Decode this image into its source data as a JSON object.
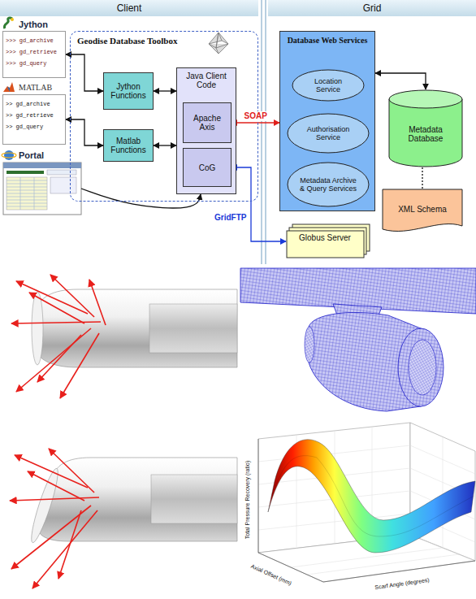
{
  "diagram": {
    "nodes": [
      {
        "text": [
          "Client"
        ]
      },
      {
        "text": [
          "Grid"
        ]
      },
      {
        "text": [
          "Jython",
          ">>> gd_archive",
          ">>> gd_retrieve",
          ">>> gd_query"
        ]
      },
      {
        "text": [
          "MATLAB",
          ">> gd_archive",
          ">> gd_retrieve",
          ">> gd_query"
        ]
      },
      {
        "text": [
          "Portal"
        ]
      },
      {
        "text": [
          "Geodise Database Toolbox"
        ]
      },
      {
        "text": [
          "Jython Functions"
        ],
        "in": 5
      },
      {
        "text": [
          "Matlab Functions"
        ],
        "in": 5
      },
      {
        "text": [
          "Java Client Code"
        ],
        "in": 5
      },
      {
        "text": [
          "Apache Axis"
        ],
        "in": 8
      },
      {
        "text": [
          "CoG"
        ],
        "in": 8
      },
      {
        "text": [
          "Database Web Services"
        ]
      },
      {
        "text": [
          "Location Service"
        ],
        "in": 11
      },
      {
        "text": [
          "Authorisation Service"
        ],
        "in": 11
      },
      {
        "text": [
          "Metadata Archive & Query Services"
        ],
        "in": 11
      },
      {
        "text": [
          "Metadata Database"
        ]
      },
      {
        "text": [
          "XML Schema"
        ]
      },
      {
        "text": [
          "Globus Server"
        ]
      }
    ],
    "edges": [
      {
        "from": 2,
        "to": 6,
        "arrow": "both"
      },
      {
        "from": 3,
        "to": 7,
        "arrow": "both"
      },
      {
        "from": 6,
        "to": 8,
        "arrow": "both"
      },
      {
        "from": 7,
        "to": 8,
        "arrow": "both"
      },
      {
        "from": 4,
        "to": 8,
        "arrow": "to"
      },
      {
        "from": 9,
        "to": 11,
        "label": "SOAP",
        "arrow": "both"
      },
      {
        "from": 10,
        "to": 17,
        "label": "GridFTP",
        "arrow": "both"
      },
      {
        "from": 12,
        "to": 13,
        "arrow": "both"
      },
      {
        "from": 13,
        "to": 14,
        "arrow": "both"
      },
      {
        "from": 11,
        "to": 15,
        "arrow": "both"
      },
      {
        "from": 16,
        "to": 15,
        "arrow": "none"
      }
    ],
    "labels": [
      "Total Pressure Recovery (ratio)",
      "Axial Offset (mm)",
      "Scarf Angle (degrees)"
    ]
  }
}
